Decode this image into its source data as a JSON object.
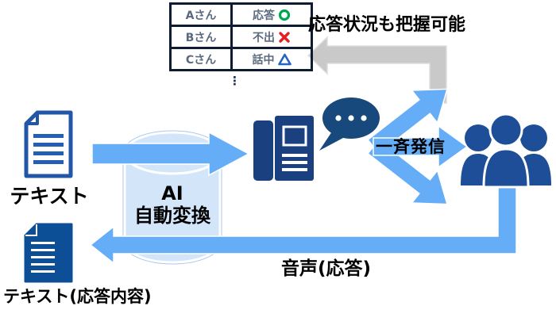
{
  "colors": {
    "phone_blue": "#1b4080",
    "bubble_navy": "#17497c",
    "people_blue": "#1d4e97",
    "light_blue_arrow": "#66adf7",
    "cylinder_fill": "#d3e6f9",
    "doc_fill_blue": "#0d4f96",
    "doc_outline_blue": "#2257a8",
    "gray_arrow": "#c9c9c9",
    "status_ok_green": "#00a651",
    "status_fail_red": "#e31e25",
    "status_busy_blue": "#2563c4",
    "table_border": "#0d1c33",
    "table_text": "#5a6a7e"
  },
  "status_table": {
    "rows": [
      {
        "name": "Aさん",
        "status": "応答",
        "icon": "ok-circle"
      },
      {
        "name": "Bさん",
        "status": "不出",
        "icon": "fail-x"
      },
      {
        "name": "Cさん",
        "status": "話中",
        "icon": "busy-triangle"
      }
    ],
    "more_indicator": "⋮"
  },
  "captions": {
    "top_right": "応答状況も把握可能",
    "broadcast": "一斉発信",
    "voice_response": "音声(応答)"
  },
  "converter": {
    "line1": "AI",
    "line2": "自動変換"
  },
  "documents": {
    "input_label": "テキスト",
    "output_label": "テキスト(応答内容)"
  }
}
